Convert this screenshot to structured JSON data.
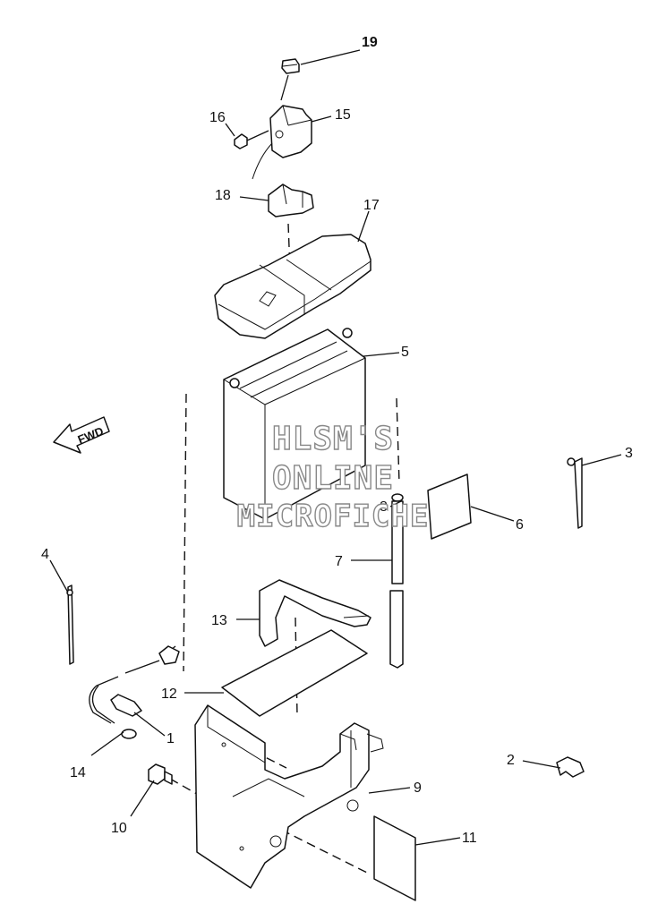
{
  "callouts": [
    {
      "num": "19",
      "bold": true
    },
    {
      "num": "15",
      "bold": false
    },
    {
      "num": "16",
      "bold": false
    },
    {
      "num": "18",
      "bold": false
    },
    {
      "num": "17",
      "bold": false
    },
    {
      "num": "5",
      "bold": false
    },
    {
      "num": "3",
      "bold": false
    },
    {
      "num": "8",
      "bold": false
    },
    {
      "num": "6",
      "bold": false
    },
    {
      "num": "4",
      "bold": false
    },
    {
      "num": "7",
      "bold": false
    },
    {
      "num": "13",
      "bold": false
    },
    {
      "num": "12",
      "bold": false
    },
    {
      "num": "1",
      "bold": false
    },
    {
      "num": "14",
      "bold": false
    },
    {
      "num": "2",
      "bold": false
    },
    {
      "num": "9",
      "bold": false
    },
    {
      "num": "10",
      "bold": false
    },
    {
      "num": "11",
      "bold": false
    }
  ],
  "direction_arrow": {
    "label": "FWD"
  },
  "watermark": {
    "lines": [
      "HLSM'S",
      "ONLINE",
      "MICROFICHE"
    ],
    "color": "#888888"
  },
  "colors": {
    "ink": "#111111",
    "paper": "#ffffff"
  }
}
